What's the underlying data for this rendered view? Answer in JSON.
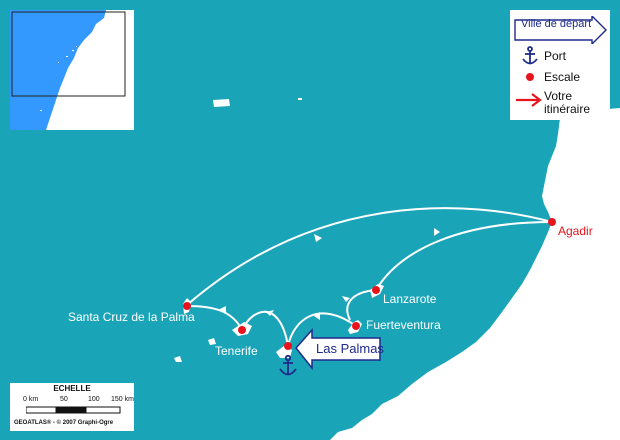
{
  "legend": {
    "start_label": "Ville de départ",
    "items": [
      {
        "label": "Port",
        "icon": "anchor-icon"
      },
      {
        "label": "Escale",
        "icon": "red-dot-icon"
      },
      {
        "label_line1": "Votre",
        "label_line2": "itinéraire",
        "icon": "red-arrow-icon"
      }
    ]
  },
  "places": {
    "agadir": "Agadir",
    "lanzarote": "Lanzarote",
    "fuerteventura": "Fuerteventura",
    "tenerife": "Tenerife",
    "santa_cruz": "Santa Cruz de la Palma",
    "las_palmas": "Las Palmas"
  },
  "scale_bar": {
    "title": "ECHELLE",
    "ticks": [
      "0 km",
      "50",
      "100",
      "150 km"
    ],
    "credit": "GEOATLAS® - © 2007 Graphi-Ogre"
  },
  "colors": {
    "sea": "#1aa4b8",
    "land": "#ffffff",
    "route": "#ffffff",
    "departure": "#e8141c",
    "port": "#1e2a8a"
  }
}
